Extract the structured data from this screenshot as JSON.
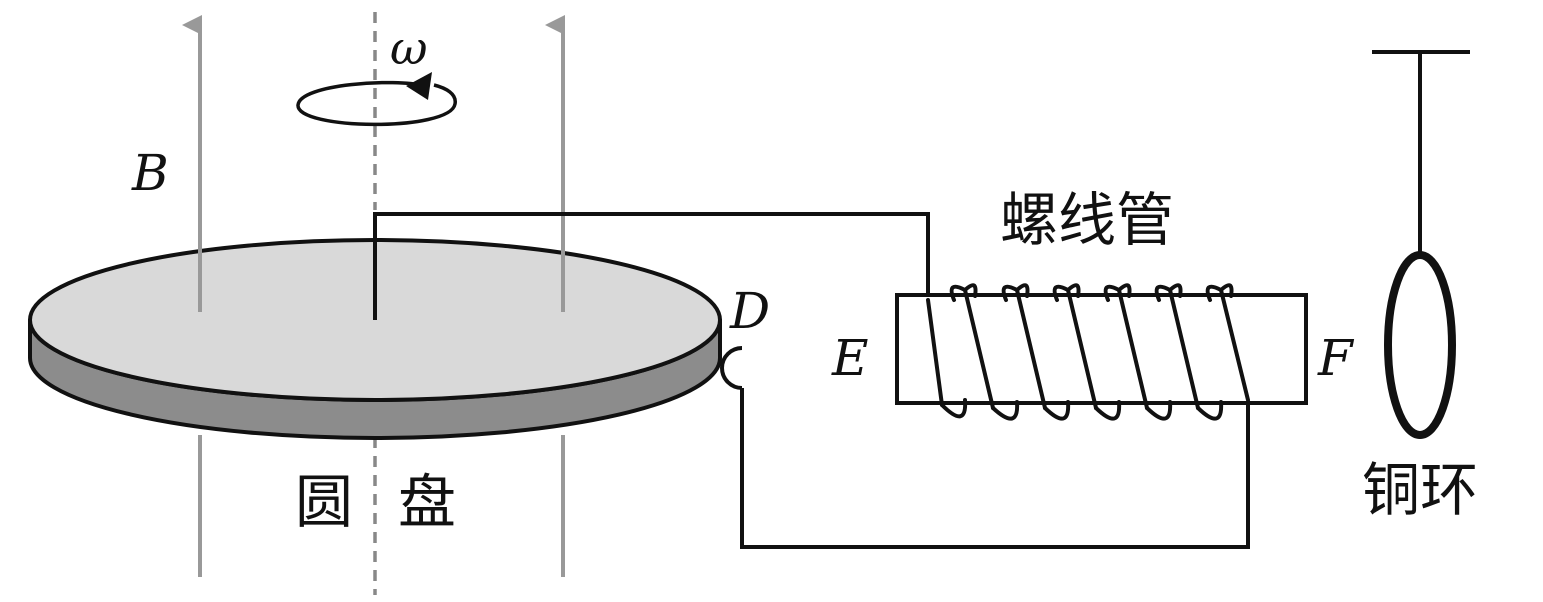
{
  "labels": {
    "magnetic_field": "B",
    "angular_velocity": "ω",
    "disk_edge_contact": "D",
    "solenoid_end_left": "E",
    "solenoid_end_right": "F",
    "solenoid": "螺线管",
    "disk_char_1": "圆",
    "disk_char_2": "盘",
    "copper_ring": "铜环"
  },
  "colors": {
    "line": "#111111",
    "field_arrow": "#999999",
    "axis_dash": "#888888",
    "disk_top": "#d9d9d9",
    "disk_side": "#8c8c8c",
    "background": "#ffffff"
  },
  "icons": {
    "rotation": "rotation-arrow-icon",
    "field_line": "up-arrow-icon"
  }
}
